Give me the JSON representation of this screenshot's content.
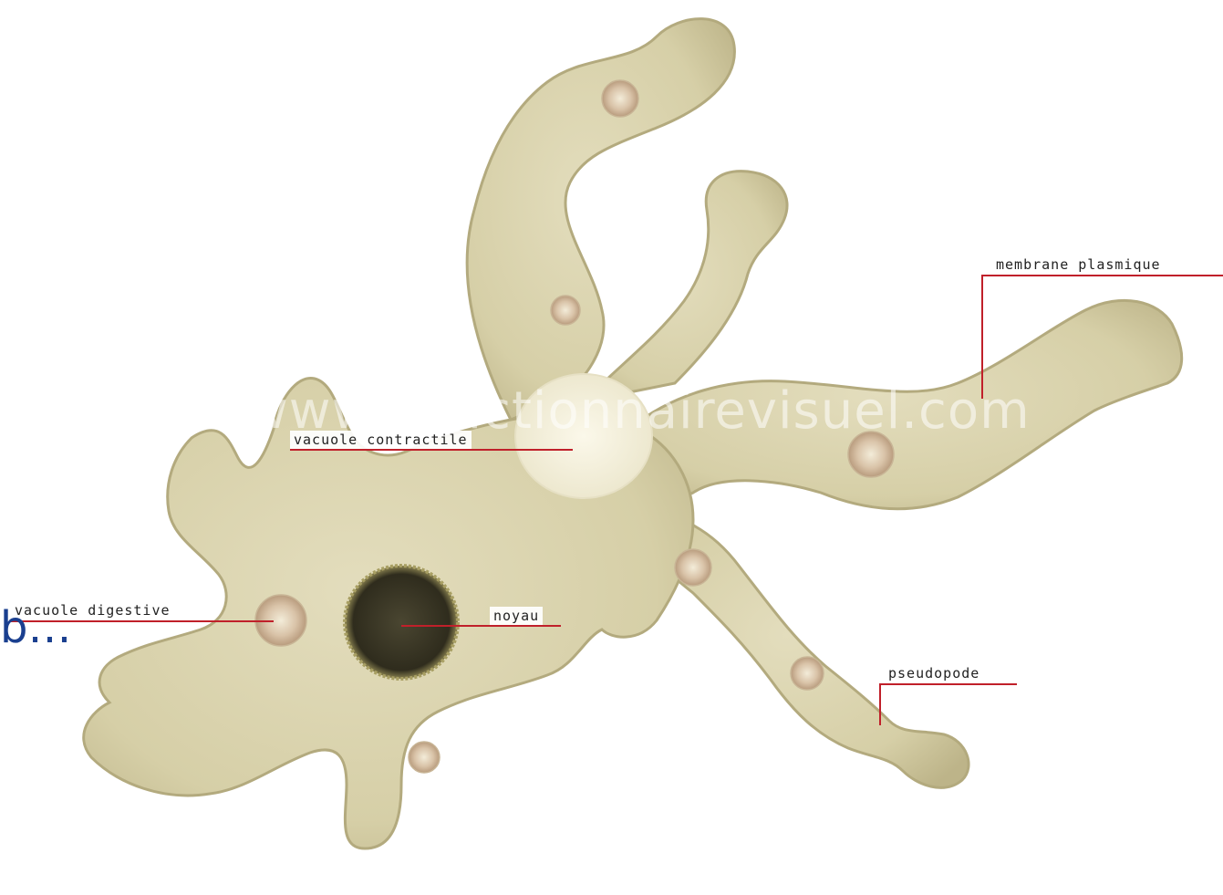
{
  "labels": {
    "membrane": "membrane plasmique",
    "contractile": "vacuole contractile",
    "digestive": "vacuole digestive",
    "nucleus": "noyau",
    "pseudopod": "pseudopode"
  },
  "watermark": "www.ledictionnairevisuel.com",
  "overlay_fragment": "b…",
  "colors": {
    "leader_line": "#c0202a",
    "cytoplasm": "#d9d2ac",
    "nucleus": "#3b3826",
    "fragment_text": "#1a3f8f"
  }
}
